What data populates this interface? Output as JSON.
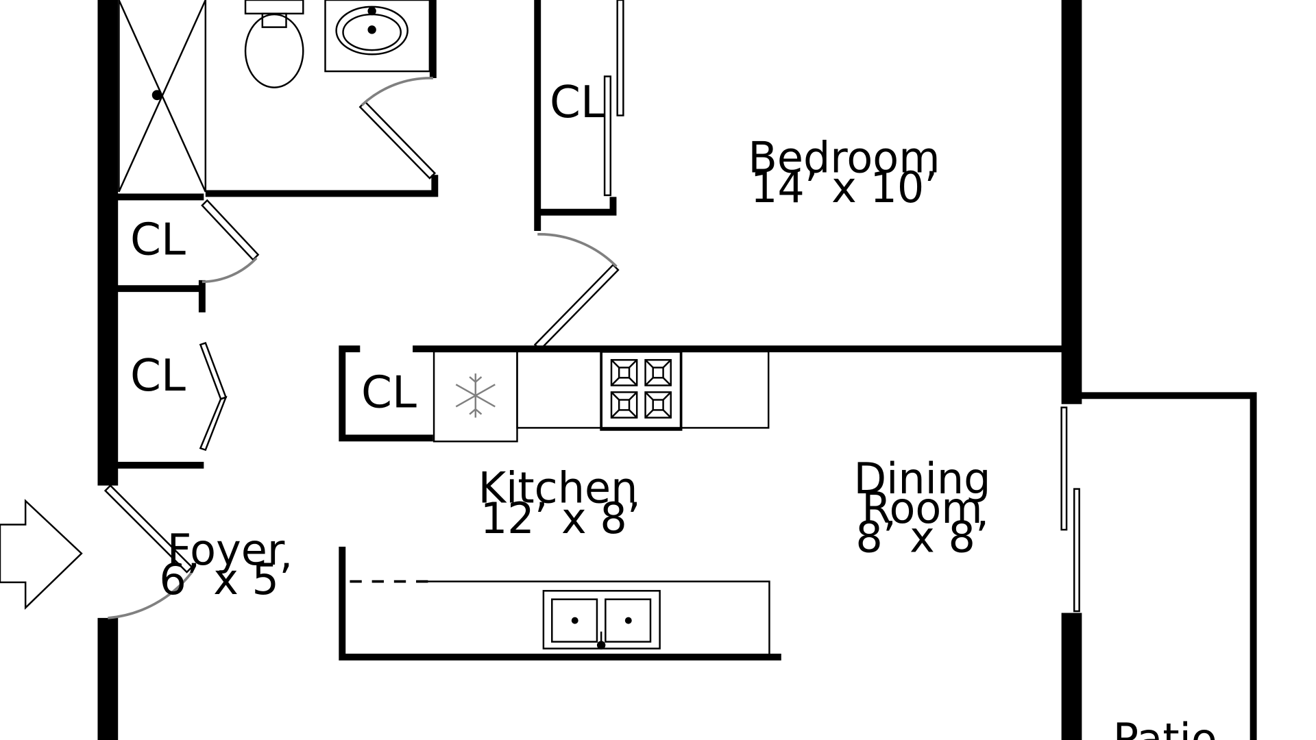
{
  "rooms": {
    "bedroom": {
      "name": "Bedroom",
      "dims": "14’ x 10’"
    },
    "kitchen": {
      "name": "Kitchen",
      "dims": "12’ x 8’"
    },
    "dining": {
      "name_line1": "Dining",
      "name_line2": "Room",
      "dims": "8’ x 8’"
    },
    "foyer": {
      "name": "Foyer",
      "dims": "6’ x 5’"
    },
    "patio": {
      "name": "Patio"
    }
  },
  "closets": {
    "bedroom_closet": "CL",
    "hall_closet_upper": "CL",
    "hall_closet_lower": "CL",
    "kitchen_closet": "CL"
  },
  "colors": {
    "wall": "#000000",
    "door_swing": "#808080",
    "background": "#ffffff"
  }
}
